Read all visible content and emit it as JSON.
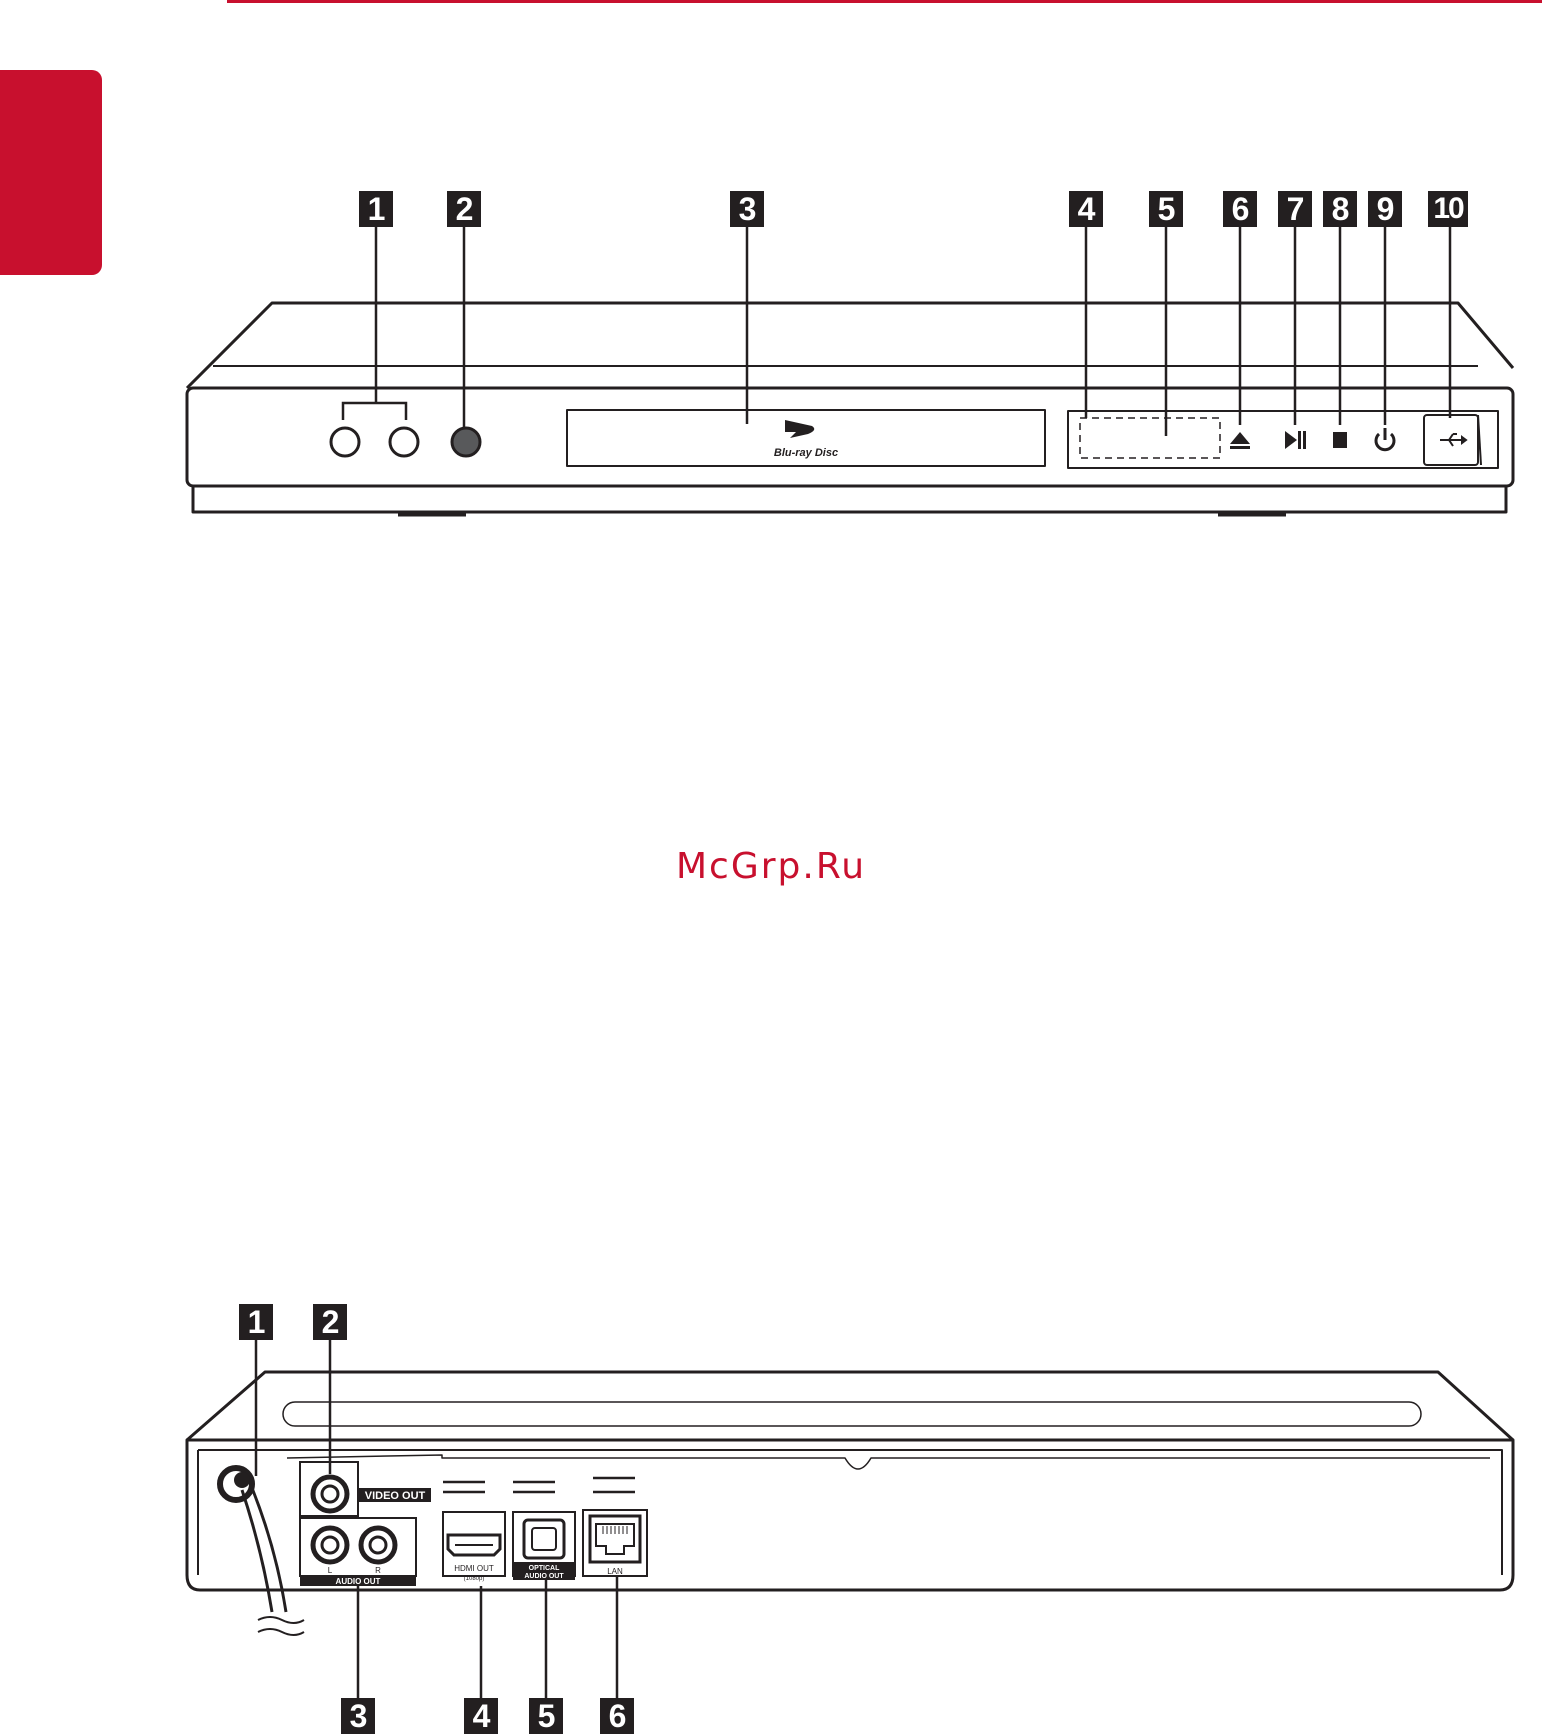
{
  "header": {
    "accent_color": "#c8102e"
  },
  "front_panel": {
    "callouts": [
      "1",
      "2",
      "3",
      "4",
      "5",
      "6",
      "7",
      "8",
      "9",
      "10"
    ],
    "disc_logo": "Blu-ray Disc",
    "icons": [
      "eject-icon",
      "play-pause-icon",
      "stop-icon",
      "power-icon",
      "usb-icon"
    ]
  },
  "watermark": "McGrp.Ru",
  "rear_panel": {
    "callouts_top": [
      "1",
      "2"
    ],
    "callouts_bottom": [
      "3",
      "4",
      "5",
      "6"
    ],
    "labels": {
      "video_out": "VIDEO OUT",
      "audio_out": "AUDIO OUT",
      "audio_l": "L",
      "audio_r": "R",
      "hdmi_line1": "HDMI OUT",
      "hdmi_line2": "(1080p)",
      "optical_line1": "OPTICAL",
      "optical_line2": "AUDIO OUT",
      "lan": "LAN"
    }
  }
}
